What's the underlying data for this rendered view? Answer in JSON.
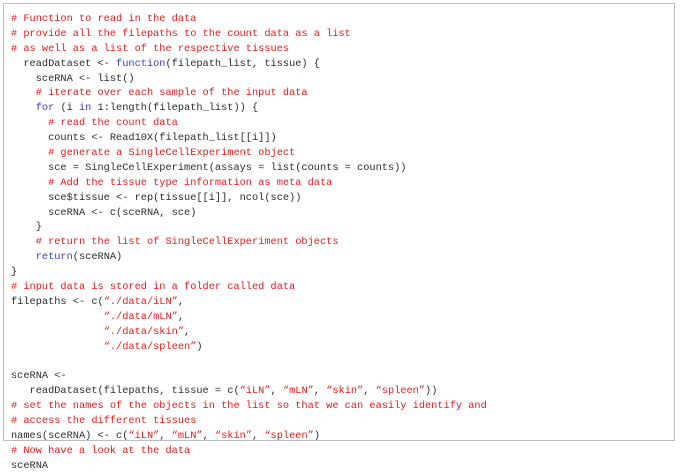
{
  "colors": {
    "comment": "#e8191a",
    "keyword": "#3a3ad6",
    "string": "#e8191a",
    "plain": "#2b2b2b",
    "border": "#bdbdbd",
    "background": "#ffffff"
  },
  "code_lines": [
    [
      {
        "t": "comment",
        "v": "# Function to read in the data"
      }
    ],
    [
      {
        "t": "comment",
        "v": "# provide all the filepaths to the count data as a list"
      }
    ],
    [
      {
        "t": "comment",
        "v": "# as well as a list of the respective tissues"
      }
    ],
    [
      {
        "t": "plain",
        "v": "  readDataset <- "
      },
      {
        "t": "keyword",
        "v": "function"
      },
      {
        "t": "plain",
        "v": "(filepath_list, tissue) {"
      }
    ],
    [
      {
        "t": "plain",
        "v": "    sceRNA <- list()"
      }
    ],
    [
      {
        "t": "plain",
        "v": "    "
      },
      {
        "t": "comment",
        "v": "# iterate over each sample of the input data"
      }
    ],
    [
      {
        "t": "plain",
        "v": "    "
      },
      {
        "t": "keyword",
        "v": "for"
      },
      {
        "t": "plain",
        "v": " (i "
      },
      {
        "t": "keyword",
        "v": "in"
      },
      {
        "t": "plain",
        "v": " 1:length(filepath_list)) {"
      }
    ],
    [
      {
        "t": "plain",
        "v": "      "
      },
      {
        "t": "comment",
        "v": "# read the count data"
      }
    ],
    [
      {
        "t": "plain",
        "v": "      counts <- Read10X(filepath_list[[i]])"
      }
    ],
    [
      {
        "t": "plain",
        "v": "      "
      },
      {
        "t": "comment",
        "v": "# generate a SingleCellExperiment object"
      }
    ],
    [
      {
        "t": "plain",
        "v": "      sce = SingleCellExperiment(assays = list(counts = counts))"
      }
    ],
    [
      {
        "t": "plain",
        "v": "      "
      },
      {
        "t": "comment",
        "v": "# Add the tissue type information as meta data"
      }
    ],
    [
      {
        "t": "plain",
        "v": "      sce$tissue <- rep(tissue[[i]], ncol(sce))"
      }
    ],
    [
      {
        "t": "plain",
        "v": "      sceRNA <- c(sceRNA, sce)"
      }
    ],
    [
      {
        "t": "plain",
        "v": "    }"
      }
    ],
    [
      {
        "t": "plain",
        "v": "    "
      },
      {
        "t": "comment",
        "v": "# return the list of SingleCellExperiment objects"
      }
    ],
    [
      {
        "t": "plain",
        "v": "    "
      },
      {
        "t": "keyword",
        "v": "return"
      },
      {
        "t": "plain",
        "v": "(sceRNA)"
      }
    ],
    [
      {
        "t": "plain",
        "v": "}"
      }
    ],
    [
      {
        "t": "comment",
        "v": "# input data is stored in a folder called data"
      }
    ],
    [
      {
        "t": "plain",
        "v": "filepaths <- c("
      },
      {
        "t": "string",
        "v": "“./data/iLN”"
      },
      {
        "t": "plain",
        "v": ","
      }
    ],
    [
      {
        "t": "plain",
        "v": "               "
      },
      {
        "t": "string",
        "v": "“./data/mLN”"
      },
      {
        "t": "plain",
        "v": ","
      }
    ],
    [
      {
        "t": "plain",
        "v": "               "
      },
      {
        "t": "string",
        "v": "“./data/skin”"
      },
      {
        "t": "plain",
        "v": ","
      }
    ],
    [
      {
        "t": "plain",
        "v": "               "
      },
      {
        "t": "string",
        "v": "“./data/spleen”"
      },
      {
        "t": "plain",
        "v": ")"
      }
    ],
    [
      {
        "t": "plain",
        "v": " "
      }
    ],
    [
      {
        "t": "plain",
        "v": "sceRNA <-"
      }
    ],
    [
      {
        "t": "plain",
        "v": "   readDataset(filepaths, tissue = c("
      },
      {
        "t": "string",
        "v": "“iLN”"
      },
      {
        "t": "plain",
        "v": ", "
      },
      {
        "t": "string",
        "v": "“mLN”"
      },
      {
        "t": "plain",
        "v": ", "
      },
      {
        "t": "string",
        "v": "“skin”"
      },
      {
        "t": "plain",
        "v": ", "
      },
      {
        "t": "string",
        "v": "“spleen”"
      },
      {
        "t": "plain",
        "v": "))"
      }
    ],
    [
      {
        "t": "comment",
        "v": "# set the names of the objects in the list so that we can easily identify and"
      }
    ],
    [
      {
        "t": "comment",
        "v": "# access the different tissues"
      }
    ],
    [
      {
        "t": "plain",
        "v": "names(sceRNA) <- c("
      },
      {
        "t": "string",
        "v": "“iLN”"
      },
      {
        "t": "plain",
        "v": ", "
      },
      {
        "t": "string",
        "v": "“mLN”"
      },
      {
        "t": "plain",
        "v": ", "
      },
      {
        "t": "string",
        "v": "“skin”"
      },
      {
        "t": "plain",
        "v": ", "
      },
      {
        "t": "string",
        "v": "“spleen”"
      },
      {
        "t": "plain",
        "v": ")"
      }
    ],
    [
      {
        "t": "comment",
        "v": "# Now have a look at the data"
      }
    ],
    [
      {
        "t": "plain",
        "v": "sceRNA"
      }
    ]
  ]
}
